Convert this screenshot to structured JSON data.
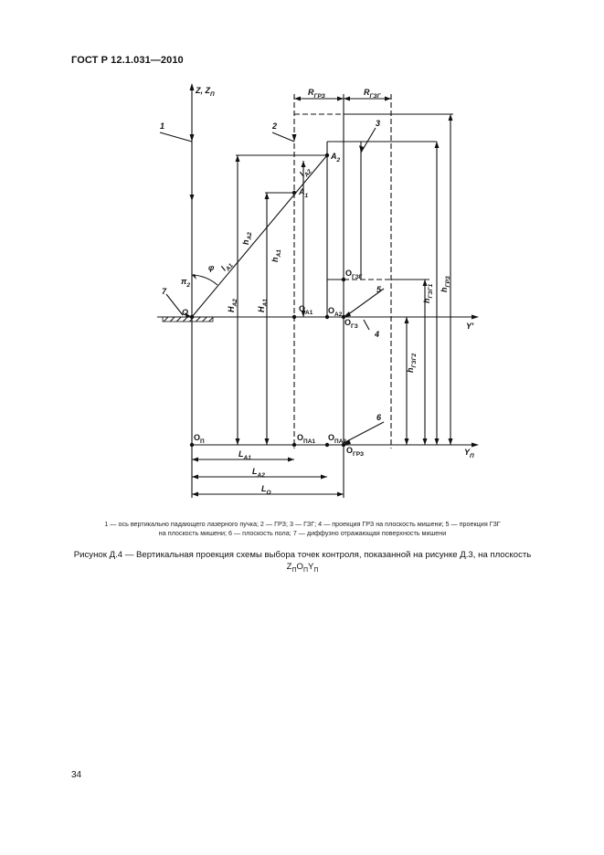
{
  "header": "ГОСТ Р 12.1.031—2010",
  "figure": {
    "axis_z": "Z, Z",
    "axis_z_sub": "П",
    "axis_y": "Y'",
    "axis_yp": "Y",
    "axis_yp_sub": "П",
    "callouts": [
      "1",
      "2",
      "3",
      "4",
      "5",
      "6",
      "7"
    ],
    "point_o": "O",
    "point_a1": "A",
    "point_a1_sub": "1",
    "point_a2": "A",
    "point_a2_sub": "2",
    "o_a1": "O",
    "o_a1_sub": "A1",
    "o_a2": "O",
    "o_a2_sub": "A2",
    "o_gzg": "O",
    "o_gzg_sub": "ГЗГ",
    "o_gz": "O",
    "o_gz_sub": "ГЗ",
    "o_p": "O",
    "o_p_sub": "П",
    "o_pa1": "O",
    "o_pa1_sub": "ПА1",
    "o_pa2": "O",
    "o_pa2_sub": "ПА2",
    "o_grz": "O",
    "o_grz_sub": "ГРЗ",
    "r_grz": "R",
    "r_grz_sub": "ГРЗ",
    "r_gzg": "R",
    "r_gzg_sub": "ГЗГ",
    "h_a2": "h",
    "h_a2_sub": "A2",
    "h_a1": "h",
    "h_a1_sub": "A1",
    "H_a2": "H",
    "H_a2_sub": "A2",
    "H_a1": "H",
    "H_a1_sub": "A1",
    "l_a1": "l",
    "l_a1_sub": "A1",
    "l_a2": "l",
    "l_a2_sub": "A2",
    "phi": "φ",
    "pi2": "π",
    "pi2_sub": "2",
    "h_gzg1": "h",
    "h_gzg1_sub": "ГЗГ1",
    "h_grz": "h",
    "h_grz_sub": "ГРЗ",
    "h_gzg2": "h",
    "h_gzg2_sub": "ГЗГ2",
    "L_a1": "L",
    "L_a1_sub": "A1",
    "L_a2": "L",
    "L_a2_sub": "A2",
    "L_o": "L",
    "L_o_sub": "O"
  },
  "legend": {
    "line1": "1 — ось вертикально падающего лазерного пучка; 2 — ГРЗ; 3 — ГЗГ; 4 — проекция ГРЗ на плоскость мишени; 5 — проекция ГЗГ",
    "line2": "на плоскость мишени; 6 — плоскость пола; 7 — диффузно отражающая поверхность мишени"
  },
  "caption": {
    "line1": "Рисунок Д.4 — Вертикальная проекция схемы выбора точек контроля, показанной на рисунке Д.3, на плоскость",
    "line2": "Z",
    "line2_sub1": "П",
    "line2_o": "O",
    "line2_sub2": "П",
    "line2_y": "Y",
    "line2_sub3": "П"
  },
  "page_number": "34"
}
